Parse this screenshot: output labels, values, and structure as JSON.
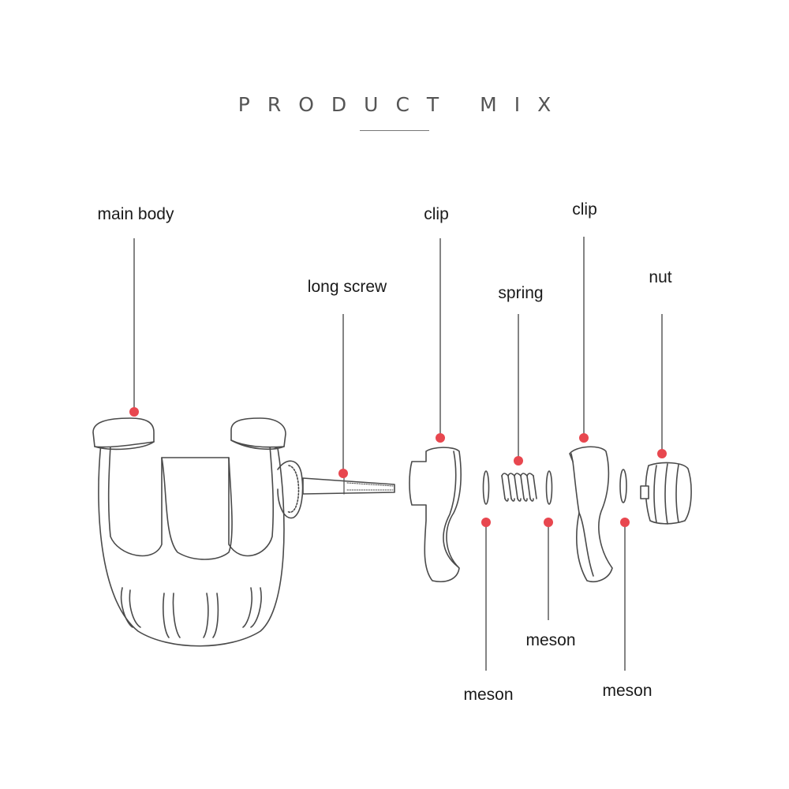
{
  "title": "PRODUCT MIX",
  "marker_color": "#e8474f",
  "parts": {
    "main_body": "main body",
    "long_screw": "long screw",
    "clip_left": "clip",
    "spring": "spring",
    "clip_right": "clip",
    "nut": "nut",
    "meson_1": "meson",
    "meson_2": "meson",
    "meson_3": "meson"
  }
}
